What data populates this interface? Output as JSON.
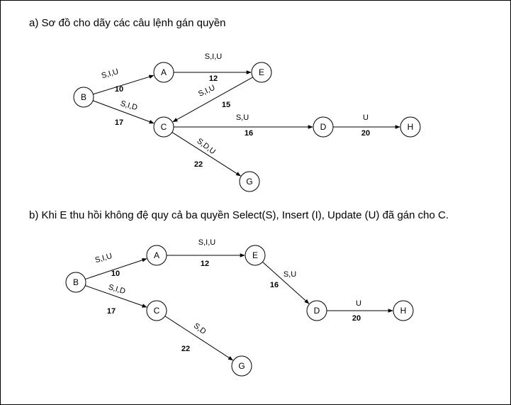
{
  "titles": {
    "a": "a) Sơ đồ cho dãy các câu lệnh gán quyền",
    "b": "b) Khi E thu hồi không đệ quy cả ba quyền Select(S), Insert (I), Update (U) đã gán cho C."
  },
  "colors": {
    "stroke": "#000000",
    "background": "#ffffff"
  },
  "diagram_a": {
    "nodes": [
      "B",
      "A",
      "E",
      "C",
      "D",
      "H",
      "G"
    ],
    "edges": [
      {
        "from": "B",
        "to": "A",
        "privileges": "S,I,U",
        "weight": "10"
      },
      {
        "from": "A",
        "to": "E",
        "privileges": "S,I,U",
        "weight": "12"
      },
      {
        "from": "E",
        "to": "C",
        "privileges": "S,I,U",
        "weight": "15"
      },
      {
        "from": "B",
        "to": "C",
        "privileges": "S,I,D",
        "weight": "17"
      },
      {
        "from": "C",
        "to": "D",
        "privileges": "S,U",
        "weight": "16"
      },
      {
        "from": "D",
        "to": "H",
        "privileges": "U",
        "weight": "20"
      },
      {
        "from": "C",
        "to": "G",
        "privileges": "S,D,U",
        "weight": "22"
      }
    ]
  },
  "diagram_b": {
    "nodes": [
      "B",
      "A",
      "E",
      "C",
      "D",
      "H",
      "G"
    ],
    "edges": [
      {
        "from": "B",
        "to": "A",
        "privileges": "S,I,U",
        "weight": "10"
      },
      {
        "from": "A",
        "to": "E",
        "privileges": "S,I,U",
        "weight": "12"
      },
      {
        "from": "B",
        "to": "C",
        "privileges": "S,I,D",
        "weight": "17"
      },
      {
        "from": "E",
        "to": "D",
        "privileges": "S,U",
        "weight": "16"
      },
      {
        "from": "D",
        "to": "H",
        "privileges": "U",
        "weight": "20"
      },
      {
        "from": "C",
        "to": "G",
        "privileges": "S,D",
        "weight": "22"
      }
    ]
  }
}
